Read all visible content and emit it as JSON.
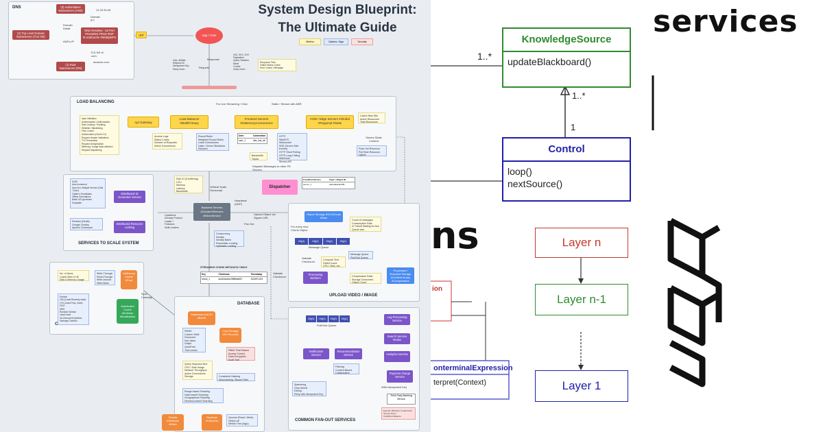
{
  "blueprint": {
    "title_line1": "System Design Blueprint:",
    "title_line2": "The Ultimate Guide",
    "legend": [
      "Metrics",
      "Options / Algo",
      "Security"
    ],
    "sections": {
      "dns": "DNS",
      "load_balancing": "LOAD BALANCING",
      "services_to_scale": "SERVICES TO SCALE SYSTEM",
      "cache": "CACHE",
      "database": "DATABASE",
      "upload": "UPLOAD VIDEO / IMAGE",
      "fanout": "COMMON FAN-OUT SERVICES"
    },
    "dns": {
      "authoritative": "(3) Authoritative Nameserver (ANS)",
      "tld": "(2) Top Level Domain Nameserver (TLD NS)",
      "resolver": "DNS Resolver : 53 Port #GeoDNS #Root #ISP #LocalCache #MultipleIPs",
      "root": "(1) Root Nameserver (RN)",
      "isp": "ISP",
      "ip": "12.23.34.45",
      "domain_ip": "Domain IP?",
      "domain_detail": "Domain Detail",
      "ans_ip": "ANS's IP",
      "tld_ns": "TLD NS of .com",
      "amazon": "amazon.com"
    },
    "client": {
      "app_user": "App / User",
      "request": "Request",
      "response": "Response",
      "req_notes": "Grip, deflate\nRequest ID\nIdempotent Key\nMany more...",
      "resp_notes": "4XX, 5XX, 2XX\nPagination\nQuery Headers\nMime\nCookie\nmany more...",
      "resp_metrics": "Response Time\nFailed Status Codes\nError Codes / Message"
    },
    "lb": {
      "live": "For Live Streaming / Chat",
      "static": "Static / Stream with ABR",
      "gateway": "Api Gateway",
      "balancer": "Load Balancer #MultiPrimary",
      "frontend": "Frontend Servers #InMemoryConnections",
      "cdn": "CDN / Edge Servers #Global #Regional #Stats",
      "gateway_notes": "Input Validation\nAuthentication / Authorization\nRate Limiting / Throttling\nWhitelist / Blacklisting\nFlow Control\nAuthorization (OAuth 2.0)\nRequest Header Validations\nTLS Termination\nRequest Deduplication\nMetering / Usage data collection\nRequest Dispatching",
      "balancer_metrics": "Access Logs\nStatus Codes\nNumber of Requests\nActive Connections",
      "balancer_algo": "Round Robin\nWeighted Round Robin\nLeast Connections\nHash / Server Stickiness\nRandom",
      "frontend_table": [
        "User",
        "Connection",
        "user_1",
        "abs_inst_ab"
      ],
      "frontend_proto": "HTTP\nWebRTC\nWebsocket\nSSE (Server-Side Events)\nHTTP Short Polling\nHTTP Long Polling\nWebHook\nStream API",
      "bandwidth": "Bandwidth\nTopics",
      "cdn_metrics": "Cache Miss Hits\nActive Resources\nTotal Resources",
      "serves": "Serves Static Content",
      "cdn_algo": "Push Hot Resource\nPull Rare Resource\nHybrid",
      "dispatch_msg": "Dispatch Messages to other FE Servers",
      "dispatcher": "Dispatcher",
      "dispatcher_table": [
        "FrontEnd Servers",
        "Topic / Object ID",
        "server_1",
        "asd13da1fa13f5..."
      ]
    },
    "scale": {
      "uuid_notes": "UUID\nAuto Increment\nAuto Incr. Multiple Servers (Odd / Even)\nTwitter's Snowflakes\nOffline Generations\nBatch UID generator\nSonyflake",
      "id_gen": "Distributed ID Generator Service",
      "lock_notes": "Redlock (Redis)\nGoogle Chubby\nApache Zookeeper",
      "lock": "Distributed Resource Locking",
      "backend": "Backend Servers #ClusterOfServers #MicroService",
      "backend_metrics": "Disk IO (if buffering)\nCPU\nMemory\nLatency\nBandwidth",
      "scale_notes": "Vertical Scale\nHorizontal",
      "heartbeat": "Heartbeat (UDP)",
      "leader_notes": "Leaderless\n#Gossip Protocol\nLeader +\nFollowers\nMulti-Leaders",
      "concurrency": "Concurrency\nSerially\nSerially Batch\nPessimistic Locking\nOptimistic Locking",
      "fan_out": "Fan Out",
      "upload_url": "Upload Object via Signed URL"
    },
    "upload": {
      "object_storage": "Object Storage #S3 #Chunk #Raw",
      "storage_metrics": "Count of messages\nConsumption Rate\nIn Transit Waiting for Ack\nQueue size",
      "every_chunk": "For every new Chunk Object",
      "queue": [
        "Obj(4)",
        "Obj(3)",
        "Obj(2)",
        "Obj(1)"
      ],
      "mq": "Message Queue",
      "validate": "Validate Checksum",
      "mq_notes": "Message Queue\nPub/Sub Queue",
      "worker_metrics": "Compute Time\nFailed Count\nCPU / Disk, etc.",
      "processing": "Processing Workers",
      "compress": "Compression Ratio\nStorage Consumed\nObject Count",
      "processed": "Processed / Encoded Storage #Content #Lazy #Compression",
      "validate2": "Validate Checksum"
    },
    "cache": {
      "evict_notes": "No. of Items\nCache Miss & Hit\nDisk & Memory Usage",
      "write_notes": "Write-Through\nRead-Through\nWrite-Around\nWrite-Back",
      "inmem": "InMemory Cache #Fast",
      "sync": "Sync Centrally",
      "policy_notes": "Eviction\nLRU (Least Recently used)\nLFU (Least Freq. Used)\nFIFO\nMRU\nRandom Eviction\nLeast Used\nOn-Demand Expiration\nGarbage Collector",
      "distributed": "Distributed Cache #Eviction #Invalidation"
    },
    "db": {
      "table_title": "STREAMING CHUNK METADATA TABLE",
      "table_head": [
        "Key",
        "Checksum",
        "Timestamp"
      ],
      "table_row": [
        "chunk_1",
        "asd13da1fa13f5ff6ab0f3",
        "1532871423"
      ],
      "databases": "Databases #ACID #BASE",
      "cold": "Cold Storage #S3 Records",
      "db_types": "RDMS\nColumn Wide\nDocument\nKey Value\nGraph\nQuadTree\nTime-series",
      "security": "RBAC Role Based Access Control\nData Encryption\nAudit Trail",
      "metrics": "Query response time\nCPU / Disk Usage\nNetwork Throughput\nActive Connections\nStorage",
      "hashing": "Consistent Hashing\nMod-hashing / Bloom Filter",
      "sharding": "Range based Sharding\nHash based Sharding\nGeographical Sharding\nDirectory based Sharding",
      "shards": "Shards #SetNode #Hash",
      "replicas": "Replicas #ClassSet",
      "quorum": "Quorum (Read / Write)\nHinted-off\nMerkle Tree (Algo)"
    },
    "fanout": {
      "queue": [
        "Obj(4)",
        "Obj(3)",
        "Obj(2)",
        "Obj(1)"
      ],
      "pubsub": "Pub/Sub Queue",
      "notification": "Notification Service",
      "recommendation": "Recommendation Service",
      "notif_notes": "Spamming\nGrep Words\nDebug\nRetry with Idempotent Key",
      "rec_notes": "Filtering\nContent-Based\nCollaborative",
      "log": "Log Processing Service",
      "search": "Search Service #Index",
      "analytics": "Analytics Service",
      "payment": "Payment charge Service",
      "idempotent": "With Idempotent Key",
      "banking": "Third-Party Banking Service",
      "bank_notes": "Expired / Blocked / Invalid Card\nService Down\nInsufficient Balance"
    }
  },
  "uml": {
    "heading_services": "services",
    "heading_ns": "ns",
    "knowledge_source": "KnowledgeSource",
    "knowledge_method": "updateBlackboard()",
    "mult_1n_left": "1..*",
    "mult_1n_up": "1..*",
    "mult_1": "1",
    "control": "Control",
    "control_methods": [
      "loop()",
      "nextSource()"
    ],
    "layer_n": "Layer n",
    "layer_n1": "Layer n-1",
    "layer_1": "Layer 1",
    "expression_partial": "ion",
    "nonterminal": "onterminalExpression",
    "interpret": "terpret(Context)",
    "colors": {
      "green": "#2e8b2e",
      "blue": "#1f1fa8",
      "red": "#c0392b",
      "pink": "#e57373"
    }
  }
}
